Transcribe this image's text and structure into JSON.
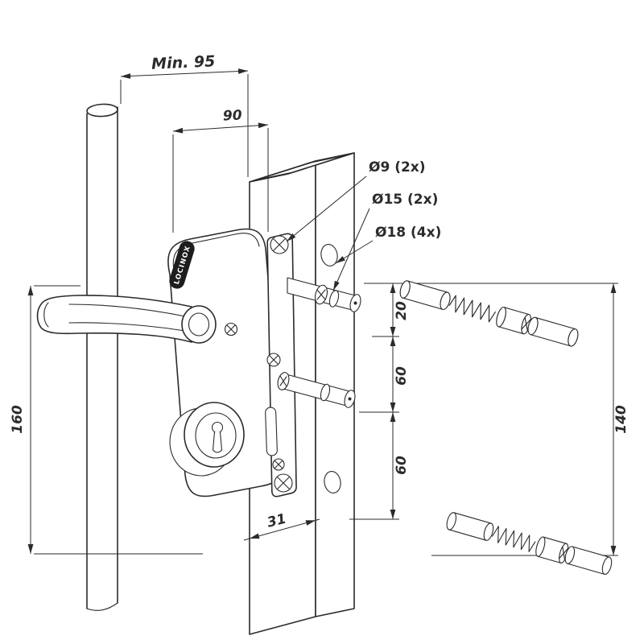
{
  "drawing": {
    "brand_badge": "LOCINOX",
    "dims": {
      "min_clearance": "Min. 95",
      "lock_width": "90",
      "lock_height": "160",
      "profile_width": "31",
      "hole_offset_top": "20",
      "hole_spacing_mid": "60",
      "hole_spacing_bottom": "60",
      "fixing_span": "140"
    },
    "callouts": {
      "drill_9": "Ø9 (2x)",
      "drill_15": "Ø15 (2x)",
      "drill_18": "Ø18 (4x)"
    },
    "colors": {
      "line": "#2b2b2b",
      "background": "#ffffff",
      "badge_fill": "#1d1d1d",
      "badge_text": "#ffffff"
    }
  }
}
